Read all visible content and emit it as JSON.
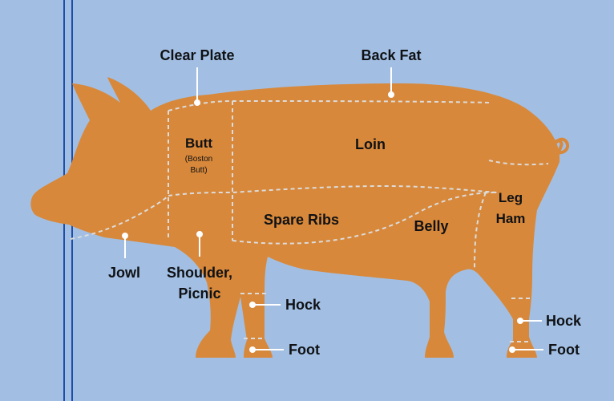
{
  "colors": {
    "background": "#a2bfe3",
    "body": "#d8883a",
    "cut_line": "#dcdcdc",
    "text": "#0f1114",
    "leader": "#ffffff",
    "border_line": "#1d4fa8"
  },
  "cuts": {
    "butt": "Butt",
    "butt_sub_1": "(Boston",
    "butt_sub_2": "Butt)",
    "loin": "Loin",
    "spare_ribs": "Spare Ribs",
    "belly": "Belly",
    "leg_ham_1": "Leg",
    "leg_ham_2": "Ham"
  },
  "callouts": {
    "clear_plate": "Clear Plate",
    "back_fat": "Back Fat",
    "jowl": "Jowl",
    "shoulder_1": "Shoulder,",
    "shoulder_2": "Picnic",
    "hock_front": "Hock",
    "foot_front": "Foot",
    "hock_rear": "Hock",
    "foot_rear": "Foot"
  }
}
